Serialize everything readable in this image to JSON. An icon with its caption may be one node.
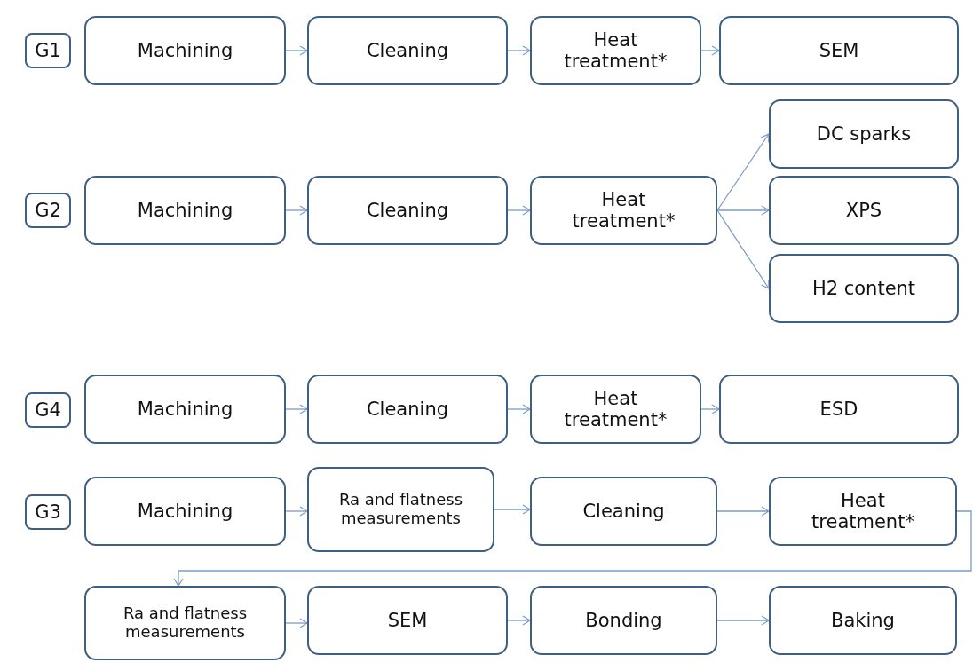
{
  "diagram": {
    "nodes": [
      {
        "text": [
          "G1"
        ]
      },
      {
        "text": [
          "Machining"
        ]
      },
      {
        "text": [
          "Cleaning"
        ]
      },
      {
        "text": [
          "Heat treatment*"
        ]
      },
      {
        "text": [
          "SEM"
        ]
      },
      {
        "text": [
          "DC sparks"
        ]
      },
      {
        "text": [
          "G2"
        ]
      },
      {
        "text": [
          "Machining"
        ]
      },
      {
        "text": [
          "Cleaning"
        ]
      },
      {
        "text": [
          "Heat treatment*"
        ]
      },
      {
        "text": [
          "XPS"
        ]
      },
      {
        "text": [
          "H2 content"
        ]
      },
      {
        "text": [
          "G4"
        ]
      },
      {
        "text": [
          "Machining"
        ]
      },
      {
        "text": [
          "Cleaning"
        ]
      },
      {
        "text": [
          "Heat treatment*"
        ]
      },
      {
        "text": [
          "ESD"
        ]
      },
      {
        "text": [
          "G3"
        ]
      },
      {
        "text": [
          "Machining"
        ]
      },
      {
        "text": [
          "Ra and flatness measurements"
        ]
      },
      {
        "text": [
          "Cleaning"
        ]
      },
      {
        "text": [
          "Heat treatment*"
        ]
      },
      {
        "text": [
          "Ra and flatness measurements"
        ]
      },
      {
        "text": [
          "SEM"
        ]
      },
      {
        "text": [
          "Bonding"
        ]
      },
      {
        "text": [
          "Baking"
        ]
      }
    ],
    "edges": [
      {
        "from": 1,
        "to": 2,
        "arrow": "to"
      },
      {
        "from": 2,
        "to": 3,
        "arrow": "to"
      },
      {
        "from": 3,
        "to": 4,
        "arrow": "to"
      },
      {
        "from": 7,
        "to": 8,
        "arrow": "to"
      },
      {
        "from": 8,
        "to": 9,
        "arrow": "to"
      },
      {
        "from": 9,
        "to": 5,
        "arrow": "to"
      },
      {
        "from": 9,
        "to": 10,
        "arrow": "to"
      },
      {
        "from": 9,
        "to": 11,
        "arrow": "to"
      },
      {
        "from": 13,
        "to": 14,
        "arrow": "to"
      },
      {
        "from": 14,
        "to": 15,
        "arrow": "to"
      },
      {
        "from": 15,
        "to": 16,
        "arrow": "to"
      },
      {
        "from": 18,
        "to": 19,
        "arrow": "to"
      },
      {
        "from": 19,
        "to": 20,
        "arrow": "to"
      },
      {
        "from": 20,
        "to": 21,
        "arrow": "to"
      },
      {
        "from": 21,
        "to": 22,
        "arrow": "to"
      },
      {
        "from": 22,
        "to": 23,
        "arrow": "to"
      },
      {
        "from": 23,
        "to": 24,
        "arrow": "to"
      },
      {
        "from": 24,
        "to": 25,
        "arrow": "to"
      }
    ]
  }
}
